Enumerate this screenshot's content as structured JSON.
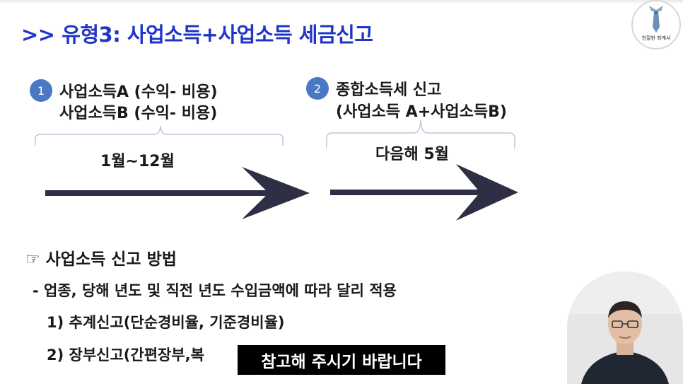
{
  "slide": {
    "title": ">> 유형3: 사업소득+사업소득 세금신고",
    "logo_text": "친절한 회계사"
  },
  "steps": [
    {
      "number": "1",
      "lines": [
        "사업소득A (수익- 비용)",
        "사업소득B (수익- 비용)"
      ],
      "period": "1월~12월"
    },
    {
      "number": "2",
      "lines": [
        "종합소득세 신고",
        "(사업소득 A+사업소득B)"
      ],
      "period": "다음해 5월"
    }
  ],
  "method": {
    "title": "☞ 사업소득 신고 방법",
    "lines": [
      "- 업종, 당해 년도 및 직전 년도 수입금액에 따라 달리 적용",
      "1) 추계신고(단순경비율, 기준경비율)",
      "2) 장부신고(간편장부,복"
    ]
  },
  "subtitle": "참고해 주시기 바랍니다",
  "colors": {
    "title": "#1f35c9",
    "step_badge": "#4a78c2",
    "arrow": "#2e2e44"
  }
}
